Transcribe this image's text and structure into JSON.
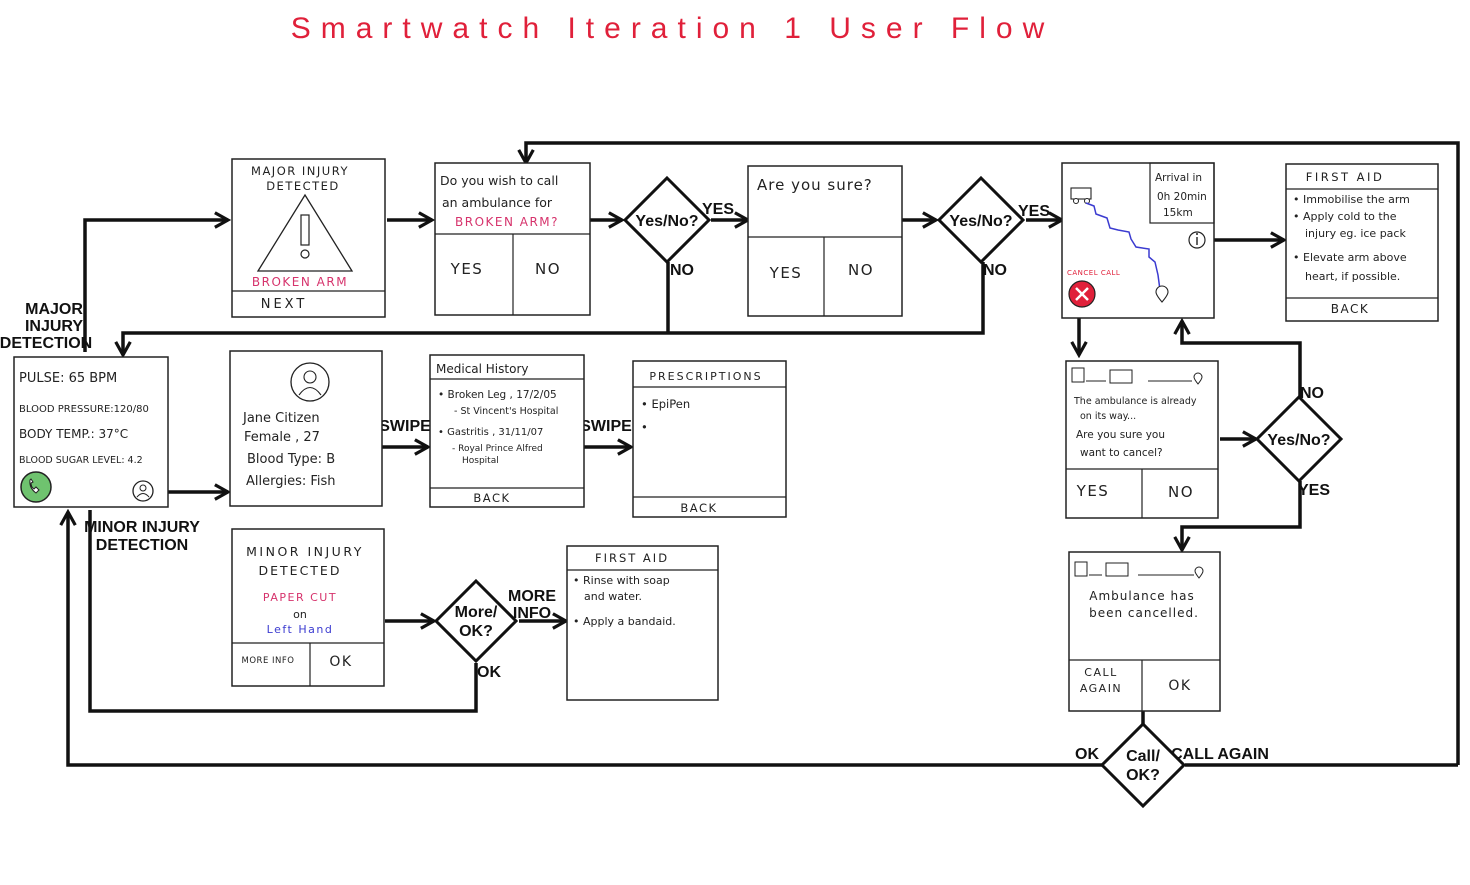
{
  "title": "Smartwatch Iteration 1 User Flow",
  "colors": {
    "title": "#e0203a",
    "injury_text": "#d6336c",
    "location_text": "#3b3bd0",
    "route": "#3b3bd0",
    "call_button": "#6fc36f",
    "cancel_button": "#e0203a"
  },
  "side_labels": {
    "major": [
      "MAJOR",
      "INJURY",
      "DETECTION"
    ],
    "minor": [
      "MINOR INJURY",
      "DETECTION"
    ]
  },
  "vitals": {
    "pulse": "PULSE: 65 BPM",
    "blood_pressure": "BLOOD PRESSURE:120/80",
    "body_temp": "BODY TEMP.: 37°C",
    "blood_sugar": "BLOOD SUGAR LEVEL: 4.2",
    "call_icon": "phone-icon",
    "profile_icon": "person-icon"
  },
  "major_injury": {
    "title_line1": "MAJOR INJURY",
    "title_line2": "DETECTED",
    "injury": "BROKEN ARM",
    "button": "NEXT",
    "icon": "warning-icon"
  },
  "call_prompt": {
    "line1": "Do you wish to call",
    "line2": "an ambulance for",
    "line3": "BROKEN ARM?",
    "yes": "YES",
    "no": "NO"
  },
  "confirm": {
    "question": "Are you sure?",
    "yes": "YES",
    "no": "NO"
  },
  "map": {
    "arrival_line1": "Arrival in",
    "arrival_line2": "0h 20min",
    "arrival_line3": "15km",
    "cancel_label": "CANCEL CALL",
    "icons": [
      "ambulance-icon",
      "location-pin-icon",
      "info-icon",
      "cancel-icon"
    ]
  },
  "first_aid_major": {
    "title": "FIRST AID",
    "items": [
      "Immobilise the arm",
      "Apply cold to the",
      "injury eg. ice pack",
      "Elevate arm above",
      "heart, if possible."
    ],
    "back": "BACK"
  },
  "cancel_confirm": {
    "line1": "The ambulance is already",
    "line2": "on its way...",
    "line3": "Are you sure you",
    "line4": "want to cancel?",
    "yes": "YES",
    "no": "NO"
  },
  "cancelled": {
    "line1": "Ambulance has",
    "line2": "been cancelled.",
    "call_again_1": "CALL",
    "call_again_2": "AGAIN",
    "ok": "OK"
  },
  "profile": {
    "name": "Jane Citizen",
    "gender_age": "Female , 27",
    "blood": "Blood Type: B",
    "allergies": "Allergies: Fish",
    "icon": "avatar-icon"
  },
  "history": {
    "title": "Medical History",
    "item1": "Broken Leg , 17/2/05",
    "item1b": "- St Vincent's Hospital",
    "item2": "Gastritis , 31/11/07",
    "item2b": "- Royal Prince Alfred",
    "item2c": "Hospital",
    "back": "BACK"
  },
  "prescriptions": {
    "title": "PRESCRIPTIONS",
    "item1": "EpiPen",
    "back": "BACK"
  },
  "minor_injury": {
    "title_line1": "MINOR INJURY",
    "title_line2": "DETECTED",
    "injury": "PAPER CUT",
    "on": "on",
    "location": "Left Hand",
    "more_info": "MORE INFO",
    "ok": "OK"
  },
  "first_aid_minor": {
    "title": "FIRST AID",
    "item1": "Rinse with soap",
    "item1b": "and water.",
    "item2": "Apply a bandaid."
  },
  "decisions": {
    "d1": [
      "Yes/No?"
    ],
    "d2": [
      "Yes/No?"
    ],
    "d3": [
      "Yes/No?"
    ],
    "d4": [
      "More/",
      "OK?"
    ],
    "d5": [
      "Call/",
      "OK?"
    ]
  },
  "edge_labels": {
    "yes1": "YES",
    "no1": "NO",
    "yes2": "YES",
    "no2": "NO",
    "no3": "NO",
    "yes3": "YES",
    "swipe1": "SWIPE",
    "swipe2": "SWIPE",
    "more_info_1": "MORE",
    "more_info_2": "INFO",
    "ok_minor": "OK",
    "ok_final": "OK",
    "call_again": "CALL AGAIN"
  }
}
